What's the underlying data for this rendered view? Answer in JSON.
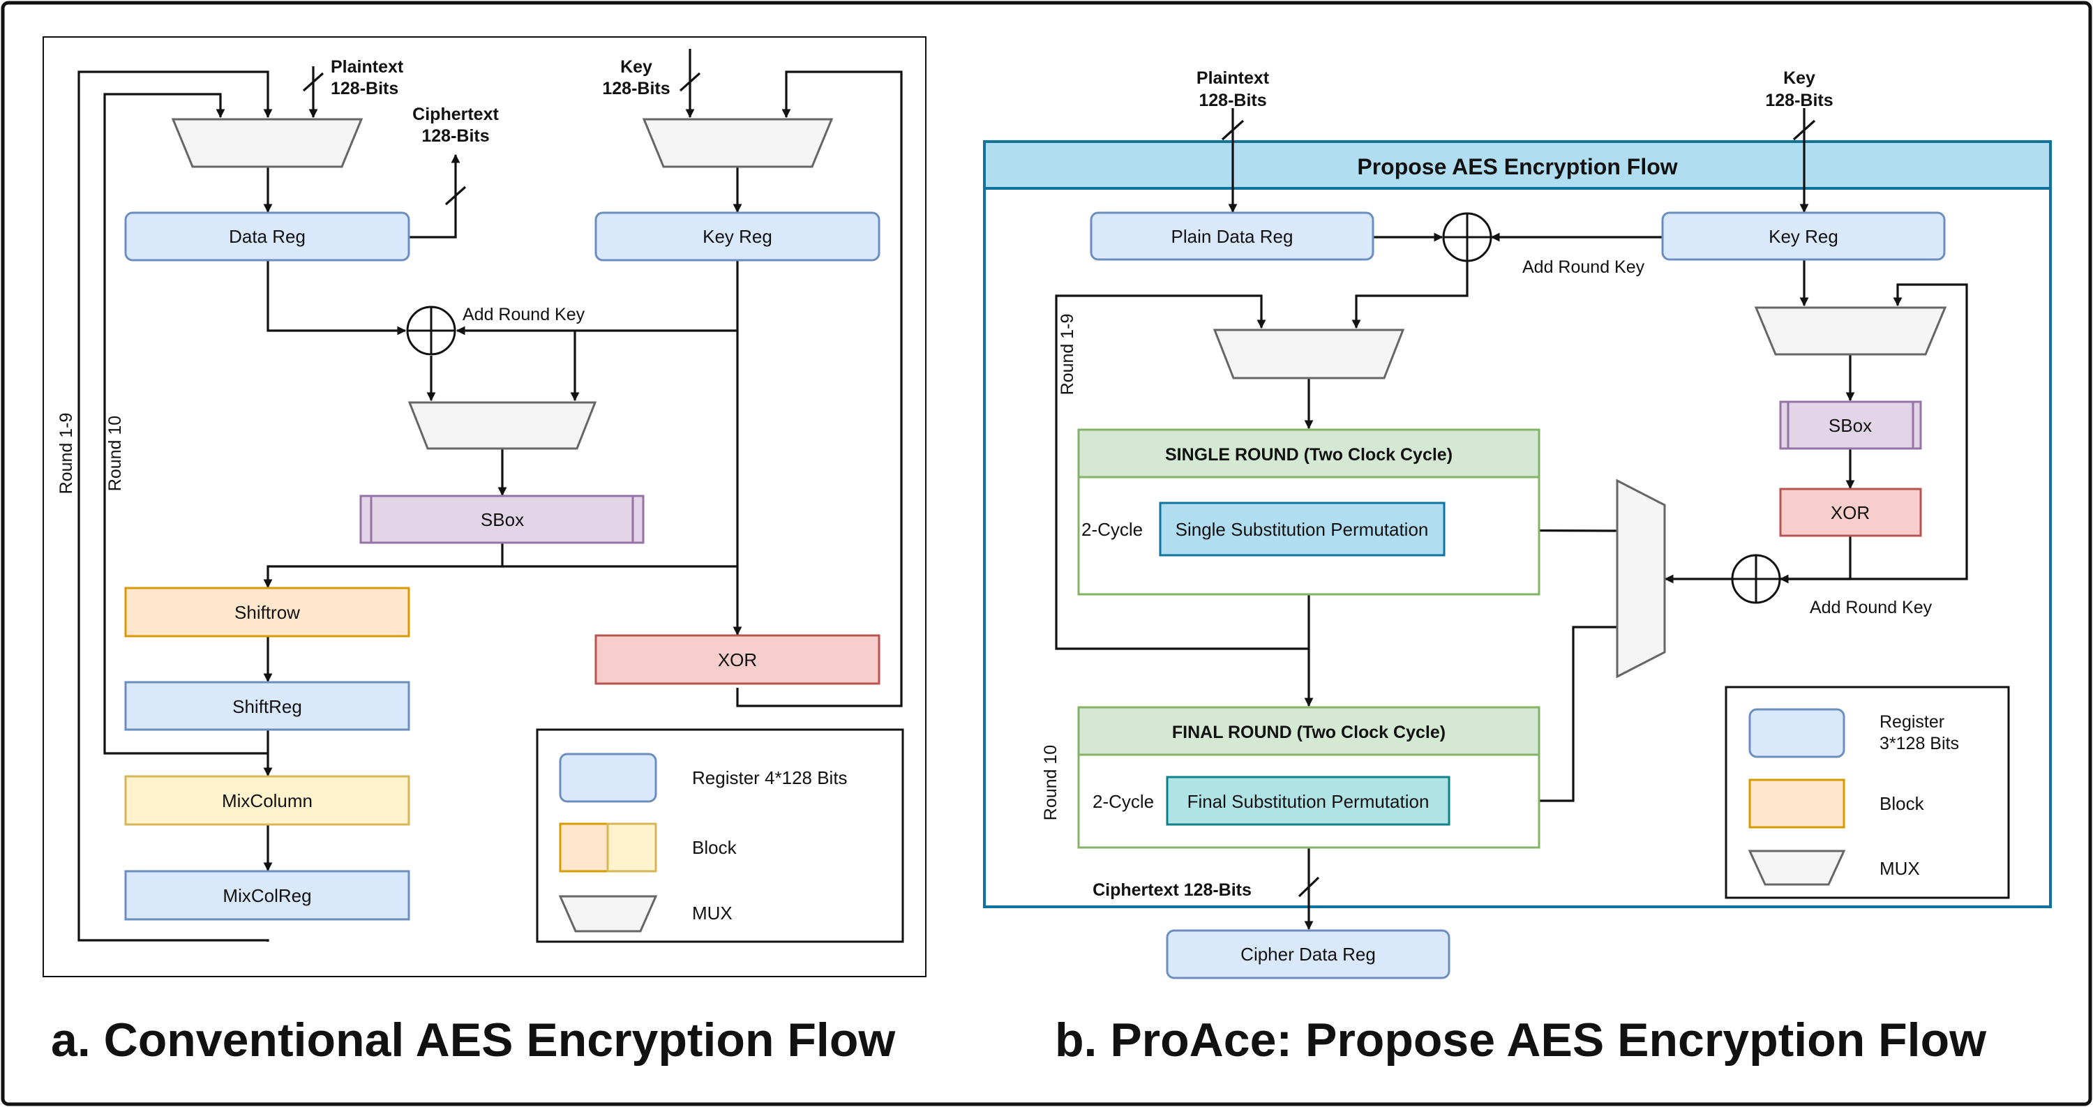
{
  "colors": {
    "register_fill": "#dae8fc",
    "register_stroke": "#6c8ebf",
    "block_fill": "#ffe6cc",
    "block_stroke": "#d79b00",
    "mix_fill": "#fff2cc",
    "mix_stroke": "#d6b656",
    "sbox_fill": "#e1d5e7",
    "sbox_stroke": "#9673a6",
    "xor_fill": "#f8cecc",
    "xor_stroke": "#b85450",
    "round_fill": "#d5e8d4",
    "round_stroke": "#82b366",
    "perm_fill": "#b1ddf0",
    "perm_stroke": "#10739e",
    "final_perm_fill": "#b0e3e6",
    "final_perm_stroke": "#0e8088",
    "header_fill": "#b1ddf0",
    "header_stroke": "#10739e",
    "mux_fill": "#f5f5f5",
    "mux_stroke": "#666666"
  },
  "left": {
    "plaintext": [
      "Plaintext",
      "128-Bits"
    ],
    "key": [
      "Key",
      "128-Bits"
    ],
    "ciphertext": [
      "Ciphertext",
      "128-Bits"
    ],
    "data_reg": "Data Reg",
    "key_reg": "Key Reg",
    "add_round_key": "Add Round Key",
    "sbox": "SBox",
    "shiftrow": "Shiftrow",
    "shiftreg": "ShiftReg",
    "mixcolumn": "MixColumn",
    "mixcolreg": "MixColReg",
    "xor": "XOR",
    "round_1_9": "Round 1-9",
    "round_10": "Round 10",
    "legend": {
      "register": "Register 4*128 Bits",
      "block": "Block",
      "mux": "MUX"
    },
    "caption": "a. Conventional AES Encryption Flow"
  },
  "right": {
    "plaintext": [
      "Plaintext",
      "128-Bits"
    ],
    "key": [
      "Key",
      "128-Bits"
    ],
    "header": "Propose AES Encryption Flow",
    "plain_data_reg": "Plain Data Reg",
    "key_reg": "Key Reg",
    "add_round_key_top": "Add Round Key",
    "round_1_9": "Round 1-9",
    "sbox": "SBox",
    "xor": "XOR",
    "add_round_key_bottom": "Add Round Key",
    "single_round_title": "SINGLE ROUND (Two Clock Cycle)",
    "single_cycle": "2-Cycle",
    "single_perm": "Single Substitution Permutation",
    "final_round_title": "FINAL ROUND (Two Clock Cycle)",
    "final_cycle": "2-Cycle",
    "final_perm": "Final Substitution Permutation",
    "round_10": "Round 10",
    "ciphertext": "Ciphertext 128-Bits",
    "cipher_data_reg": "Cipher Data Reg",
    "legend": {
      "register": [
        "Register",
        "3*128 Bits"
      ],
      "block": "Block",
      "mux": "MUX"
    },
    "caption": "b. ProAce: Propose AES Encryption Flow"
  }
}
